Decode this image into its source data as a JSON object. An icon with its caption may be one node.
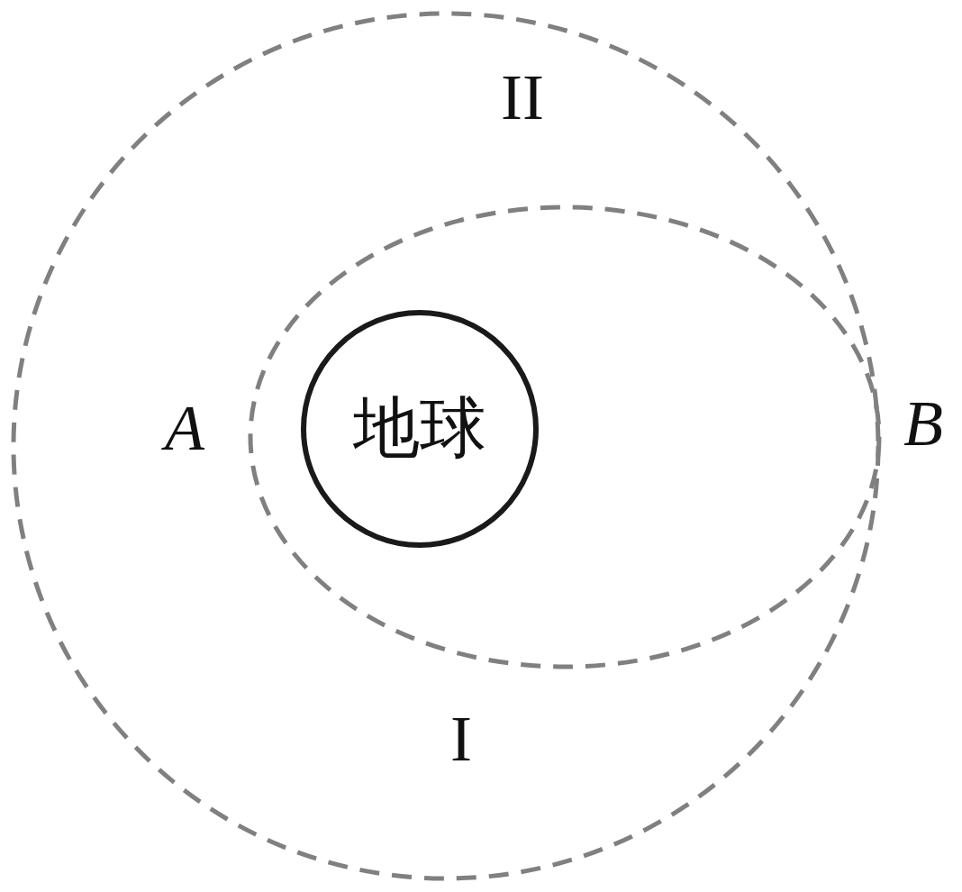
{
  "diagram": {
    "nodes": [
      {
        "text": [
          "地球"
        ]
      }
    ],
    "labels": [
      "II",
      "A",
      "B",
      "I"
    ]
  }
}
